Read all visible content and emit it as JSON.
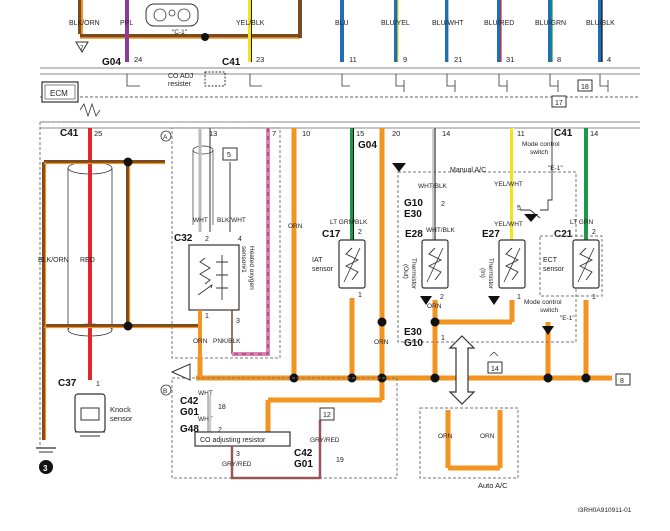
{
  "top_wires": {
    "labels": [
      "BLK/ORN",
      "PPL",
      "YEL/BLK",
      "BLU",
      "BLU/YEL",
      "BLU/WHT",
      "BLU/RED",
      "BLU/GRN",
      "BLU/BLK"
    ],
    "cluster_note": "\"C-1\""
  },
  "ecm": {
    "label": "ECM",
    "connector_g04_top": "G04",
    "connector_c41_top": "C41",
    "connector_c41_left": "C41",
    "connector_c41_right": "C41",
    "top_pins": [
      "24",
      "23",
      "11",
      "9",
      "21",
      "31",
      "8",
      "4"
    ],
    "bottom_pins": [
      "25",
      "13",
      "7",
      "10",
      "15",
      "20",
      "14",
      "11",
      "14"
    ],
    "co_adj_resister": "CO ADJ\nresister",
    "ref_5": "5",
    "ref_7": "7",
    "ref_17": "17",
    "ref_18": "18"
  },
  "left": {
    "blk_orn": "BLK/ORN",
    "red": "RED",
    "c37": "C37",
    "c37_pin": "1",
    "knock_sensor": "Knock\nsensor",
    "ground_ref": "3",
    "marker_a": "A",
    "marker_b": "B"
  },
  "ho2s": {
    "c32": "C32",
    "wht": "WHT",
    "blk_wht": "BLK/WHT",
    "pins": [
      "2",
      "4",
      "1",
      "3"
    ],
    "label": "Heated oxygen\nsensor#1",
    "orn": "ORN",
    "pnk_blk": "PNK/BLK",
    "ref_5": "5"
  },
  "iat": {
    "g04": "G04",
    "c17": "C17",
    "wire": "LT GRN/BLK",
    "label": "IAT\nsensor",
    "pins": [
      "2",
      "1"
    ],
    "orn": "ORN"
  },
  "ac": {
    "manual_ac": "Manual A/C",
    "wht_blk": "WHT/BLK",
    "g10": "G10",
    "e30": "E30",
    "pin_2": "2",
    "pin_5": "5",
    "yel_wht": "YEL/WHT",
    "e28": "E28",
    "e27": "E27",
    "thermistor_out": "Thermistor\n(Out)",
    "thermistor_in": "Thermistor\n(In)",
    "mode_switch_top": "Mode control\nswitch",
    "e1_top": "\"E-1\"",
    "mode_switch_bottom": "Mode control\nswitch",
    "e1_bottom": "\"E-1\"",
    "e30_bottom": "E30",
    "g10_bottom": "G10",
    "pins": [
      "1",
      "2",
      "1",
      "2",
      "1"
    ],
    "orn": "ORN",
    "ref_14": "14",
    "ref_8": "8",
    "auto_ac": "Auto A/C",
    "auto_orn_1": "ORN",
    "auto_orn_2": "ORN"
  },
  "ect": {
    "c21": "C21",
    "wire": "LT GRN",
    "label": "ECT\nsensor",
    "pins": [
      "2",
      "1"
    ]
  },
  "co_adj": {
    "c42_top": "C42",
    "g01_top": "G01",
    "g48": "G48",
    "wht_1": "WHT",
    "wht_2": "WHT",
    "pin_18": "18",
    "pin_2": "2",
    "pin_3": "3",
    "label": "CO adjusting resistor",
    "gry_red_1": "GRY/RED",
    "gry_red_2": "GRY/RED",
    "c42_bottom": "C42",
    "g01_bottom": "G01",
    "pin_19": "19",
    "ref_12": "12"
  },
  "figure_id": "I3RH0A910911-01",
  "colors": {
    "orange": "#f39420",
    "red": "#e5262d",
    "blue": "#1f6fb8",
    "green": "#1a9a47",
    "yellow": "#f4e21a",
    "brown": "#7a4a22",
    "purple": "#8e3a9b",
    "pink": "#e27fb7"
  }
}
